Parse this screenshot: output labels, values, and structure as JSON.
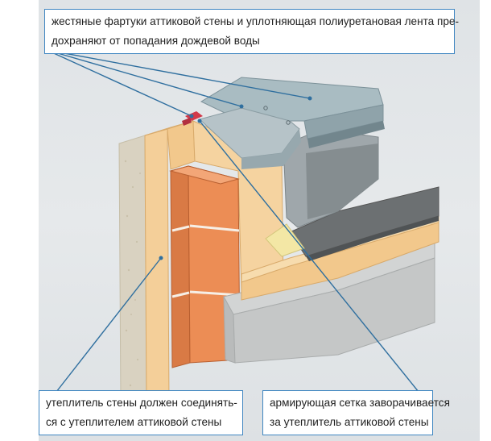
{
  "callouts": {
    "top": {
      "line1": "жестяные фартуки аттиковой стены и уплотняющая полиуретановая лента пре-",
      "line2": "дохраняют от попадания дождевой воды"
    },
    "bottom_left": {
      "line1": "утеплитель стены должен соединять-",
      "line2": "ся с утеплителем аттиковой стены"
    },
    "bottom_right": {
      "line1": "армирующая сетка заворачивается",
      "line2": "за утеплитель аттиковой стены"
    }
  },
  "colors": {
    "callout_border": "#3f86c1",
    "leader_line": "#2f6f9f",
    "insulation": "#f2c88c",
    "brick": "#ec8d55",
    "concrete": "#bfc1c1",
    "metal_flashing": "#8fa3aa",
    "roof_membrane": "#6c7072",
    "plaster": "#d9d2c1",
    "sealing_tape": "#d23a4a"
  }
}
